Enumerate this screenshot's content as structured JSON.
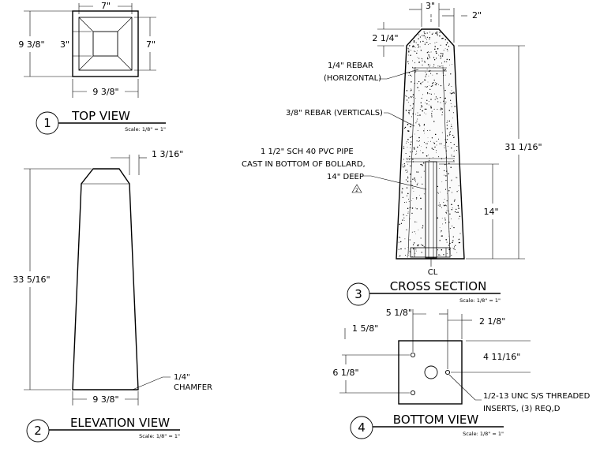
{
  "views": {
    "top": {
      "number": "1",
      "title": "TOP VIEW",
      "scale": "Scale: 1/8\" = 1\"",
      "dim_top": "7\"",
      "dim_left": "9 3/8\"",
      "dim_inner_left": "3\"",
      "dim_right": "7\"",
      "dim_bottom": "9 3/8\""
    },
    "elevation": {
      "number": "2",
      "title": "ELEVATION VIEW",
      "scale": "Scale: 1/8\" = 1\"",
      "dim_top_right": "1 3/16\"",
      "dim_height": "33 5/16\"",
      "dim_bottom": "9 3/8\"",
      "chamfer_size": "1/4\"",
      "chamfer_label": "CHAMFER"
    },
    "cross_section": {
      "number": "3",
      "title": "CROSS SECTION",
      "scale": "Scale: 1/8\" = 1\"",
      "dim_top": "3\"",
      "dim_top_right": "2\"",
      "dim_left": "2 1/4\"",
      "rebar_horizontal_1": "1/4\" REBAR",
      "rebar_horizontal_2": "(HORIZONTAL)",
      "rebar_vertical": "3/8\" REBAR (VERTICALS)",
      "pipe_1": "1 1/2\" SCH 40 PVC PIPE",
      "pipe_2": "CAST IN BOTTOM OF BOLLARD,",
      "pipe_3": "14\" DEEP",
      "revision_mark": "2",
      "dim_height": "31 1/16\"",
      "dim_pipe": "14\"",
      "centerline": "CL"
    },
    "bottom": {
      "number": "4",
      "title": "BOTTOM VIEW",
      "scale": "Scale: 1/8\" = 1\"",
      "dim_top": "5 1/8\"",
      "dim_left": "1 5/8\"",
      "dim_top_right": "2 1/8\"",
      "dim_right": "4 11/16\"",
      "dim_height": "6 1/8\"",
      "insert_note_1": "1/2-13 UNC S/S THREADED",
      "insert_note_2": "INSERTS, (3) REQ,D"
    }
  }
}
